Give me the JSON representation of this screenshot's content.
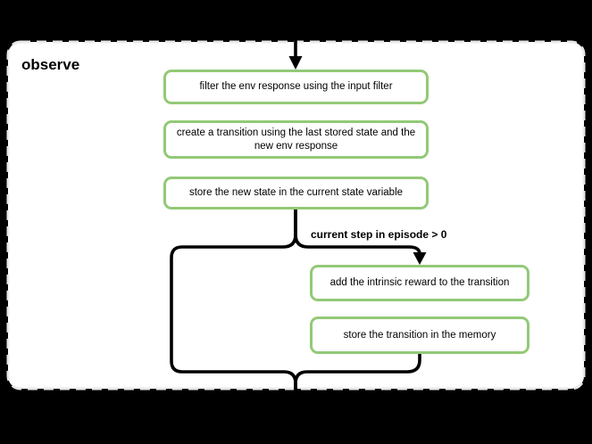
{
  "panel": {
    "title": "observe"
  },
  "flow": {
    "nodes": [
      {
        "id": "filter-env-response",
        "label": "filter the env response using the input filter"
      },
      {
        "id": "create-transition",
        "label": "create a transition using the last stored state and the new env response"
      },
      {
        "id": "store-new-state",
        "label": "store the new state in the current state variable"
      },
      {
        "id": "add-intrinsic-reward",
        "label": "add the intrinsic reward to the transition"
      },
      {
        "id": "store-transition",
        "label": "store the transition in the memory"
      }
    ],
    "condition_label": "current step in episode > 0"
  },
  "colors": {
    "background": "#000000",
    "panel_fill": "#ffffff",
    "panel_dashed_border": "#e8e8e8",
    "node_border": "#93c977",
    "node_fill": "#ffffff",
    "connector_line": "#000000",
    "text": "#000000"
  }
}
